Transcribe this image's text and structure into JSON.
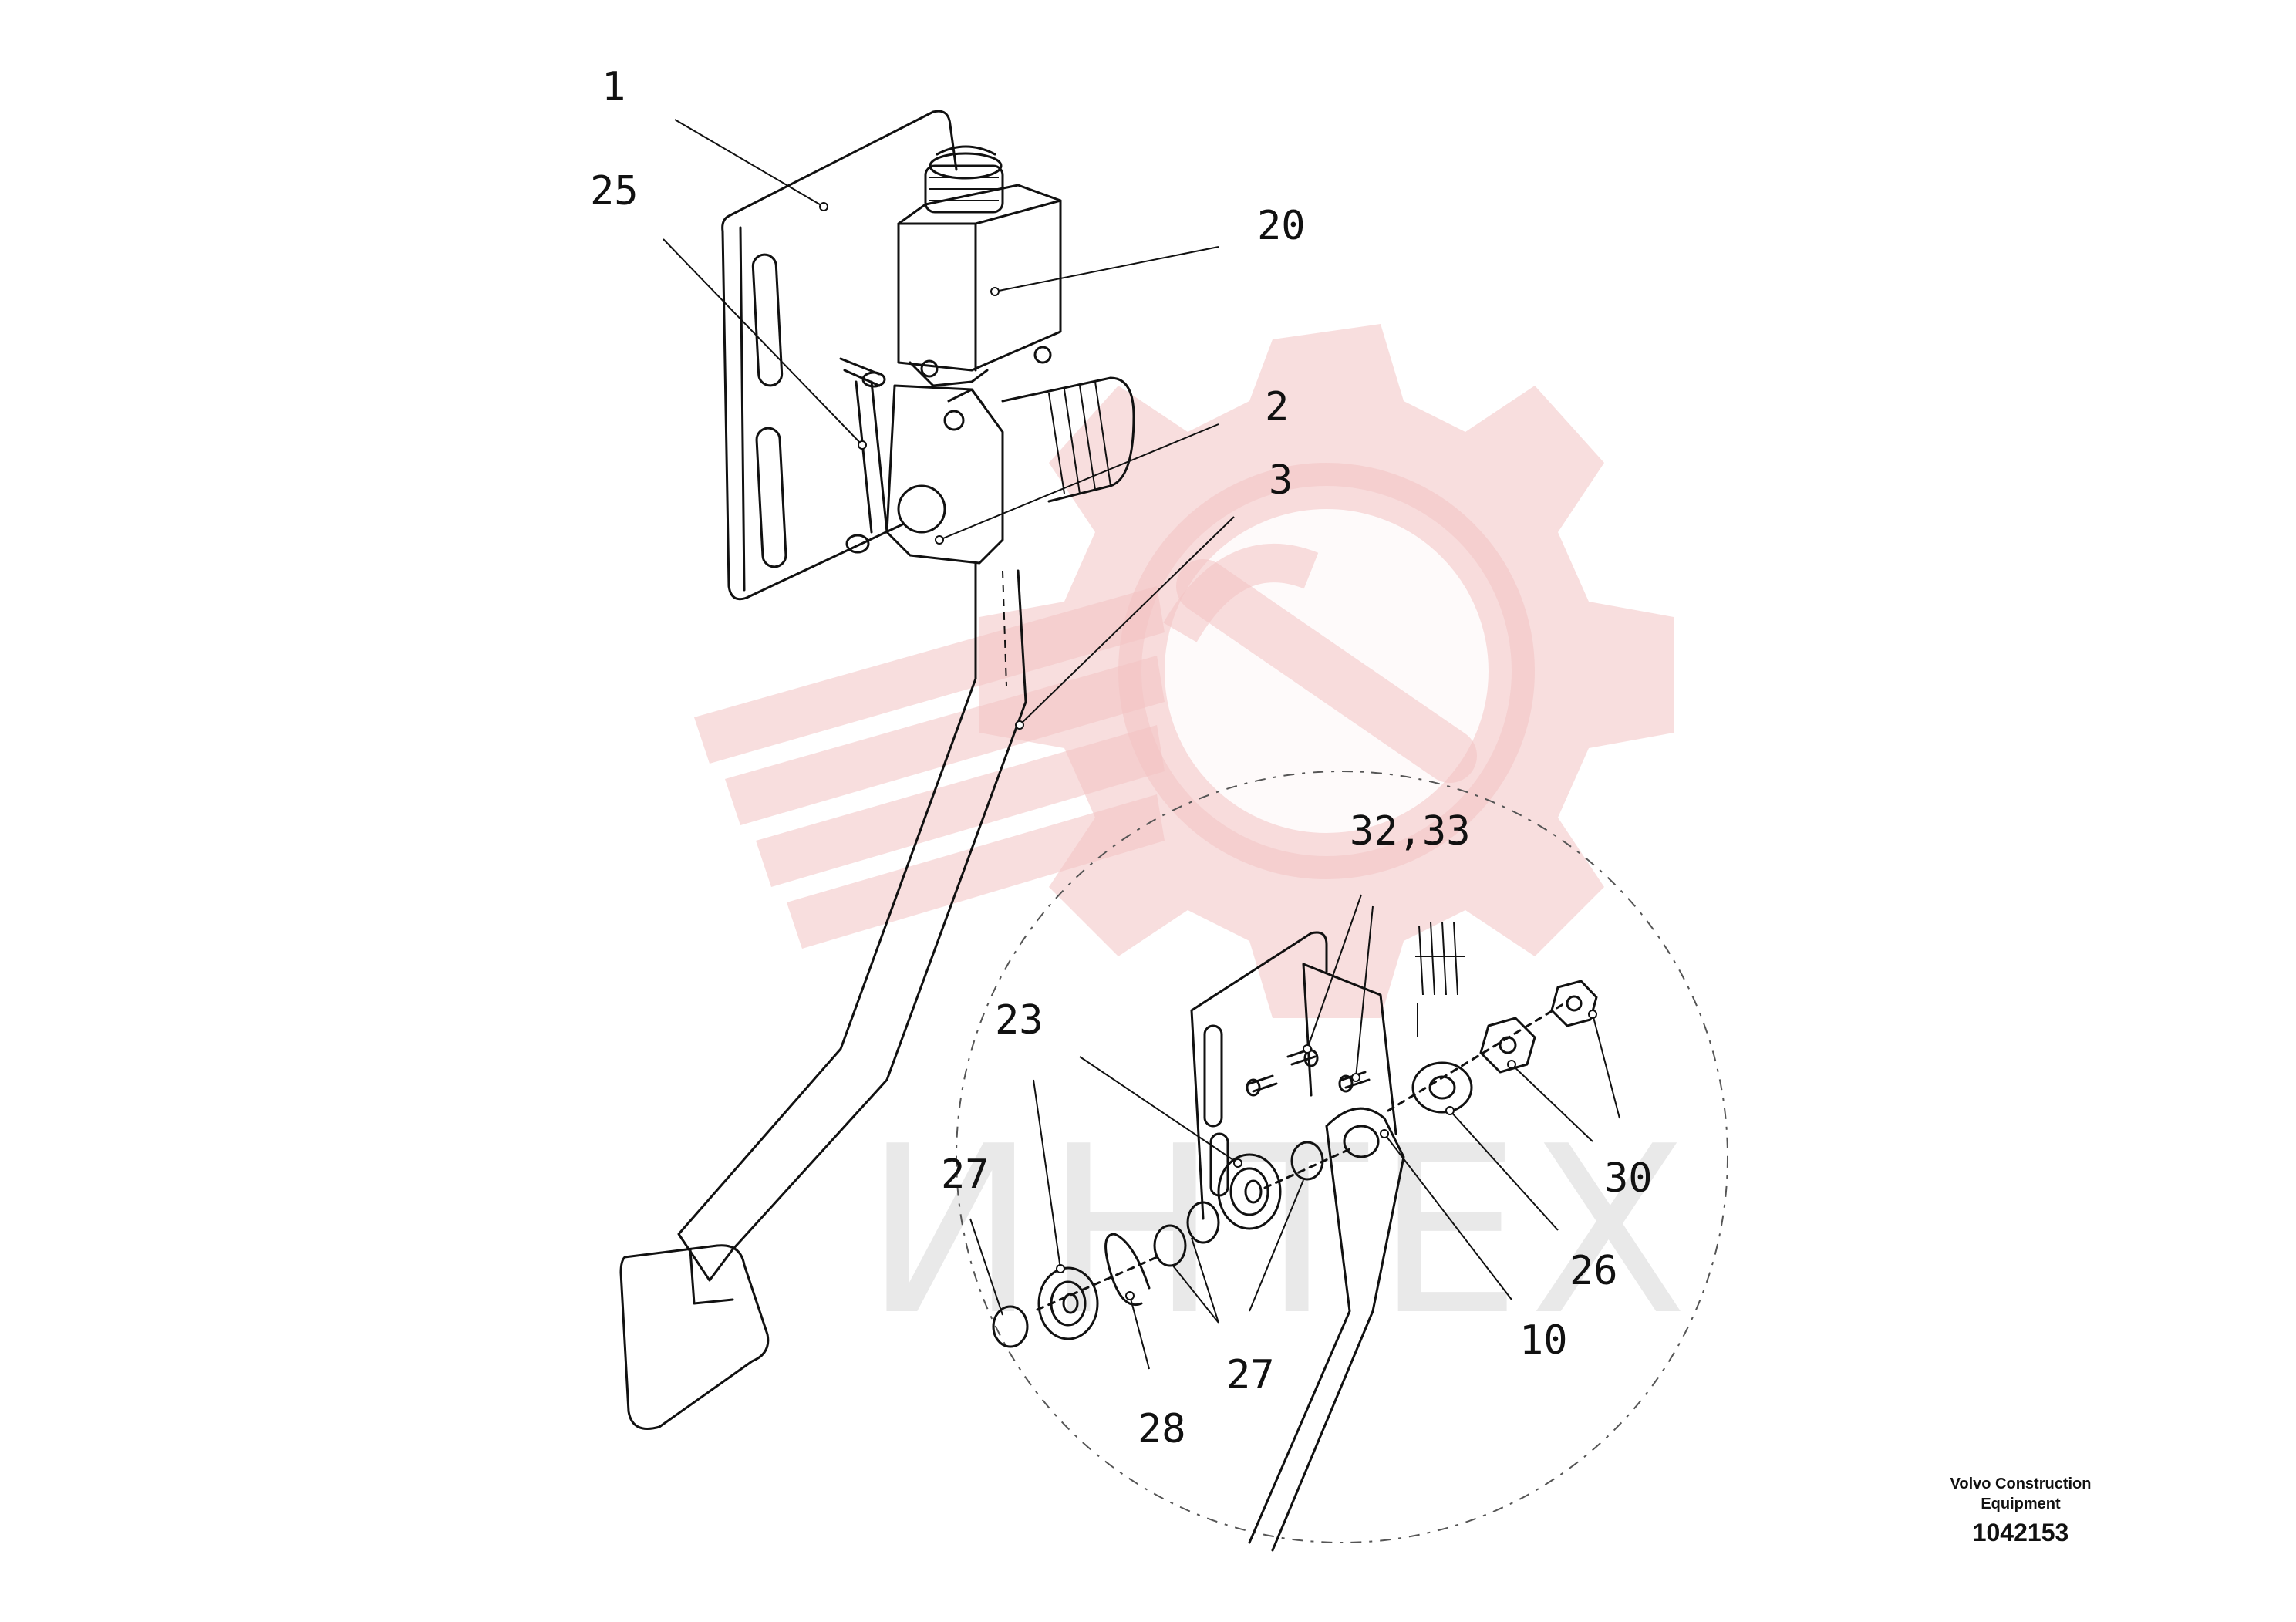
{
  "watermark": {
    "text": "ИНТЕХ",
    "color": "#f3c2c2"
  },
  "callouts": {
    "c1": "1",
    "c25": "25",
    "c20": "20",
    "c2": "2",
    "c3": "3",
    "c32_33": "32,33",
    "c23": "23",
    "c27a": "27",
    "c27b": "27",
    "c28": "28",
    "c30": "30",
    "c26": "26",
    "c10": "10"
  },
  "footer": {
    "brand_line1": "Volvo Construction",
    "brand_line2": "Equipment",
    "code": "1042153"
  }
}
